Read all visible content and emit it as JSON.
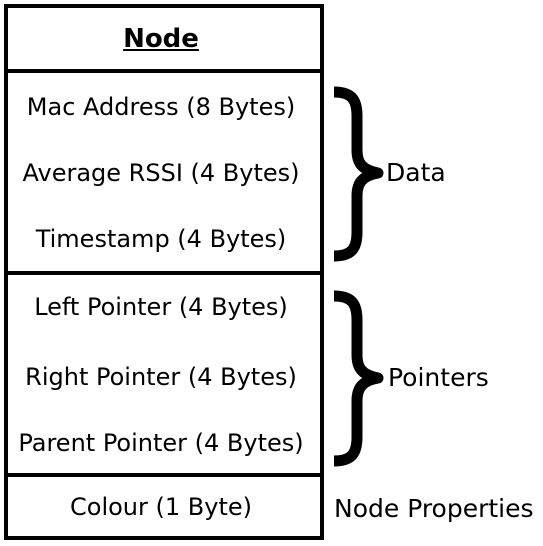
{
  "node": {
    "title": "Node",
    "data_fields": [
      "Mac Address (8 Bytes)",
      "Average RSSI (4 Bytes)",
      "Timestamp (4 Bytes)"
    ],
    "pointer_fields": [
      "Left Pointer (4 Bytes)",
      "Right Pointer (4 Bytes)",
      "Parent Pointer (4 Bytes)"
    ],
    "property_fields": [
      "Colour (1 Byte)"
    ]
  },
  "labels": {
    "data": "Data",
    "pointers": "Pointers",
    "properties": "Node Properties"
  },
  "colors": {
    "stroke": "#000000",
    "background": "#ffffff"
  }
}
